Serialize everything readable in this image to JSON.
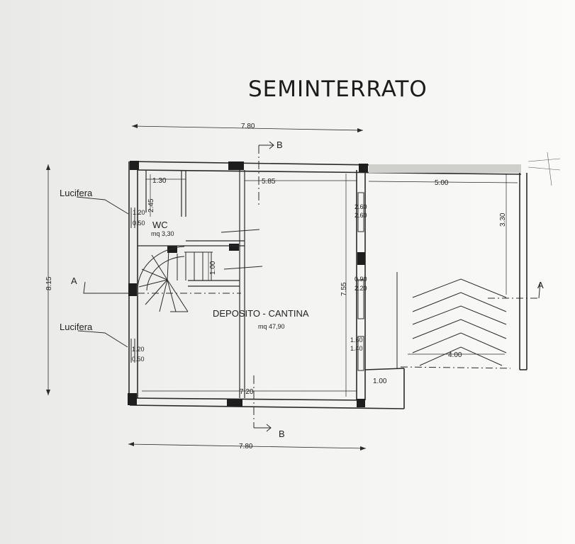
{
  "title": "SEMINTERRATO",
  "dimensions": {
    "top_width": "7.80",
    "bottom_width": "7.80",
    "left_height": "8.15",
    "wc_width": "1.30",
    "wc_height": "2.45",
    "deposit_width": "5.85",
    "right_area_width": "5.00",
    "right_area_depth": "3.30",
    "deposit_height": "7.55",
    "stair_landing": "1.00",
    "inner_bottom": "7.20",
    "ramp_width": "4.00",
    "ramp_step": "1.00"
  },
  "windows": {
    "left_upper": [
      "1.20",
      "0.50"
    ],
    "left_lower": [
      "1.20",
      "0.50"
    ],
    "right_upper": [
      "2.60",
      "2.60"
    ],
    "right_middle": [
      "0.90",
      "2.20"
    ],
    "right_lower": [
      "1.60",
      "1.40"
    ]
  },
  "rooms": {
    "wc": {
      "name": "WC",
      "area": "mq 3,30"
    },
    "deposit": {
      "name": "DEPOSITO - CANTINA",
      "area": "mq 47,90"
    }
  },
  "labels": {
    "lucifera_top": "Lucifera",
    "lucifera_bottom": "Lucifera"
  },
  "sections": {
    "a_left": "A",
    "a_right": "A",
    "b_top": "B",
    "b_bottom": "B"
  }
}
